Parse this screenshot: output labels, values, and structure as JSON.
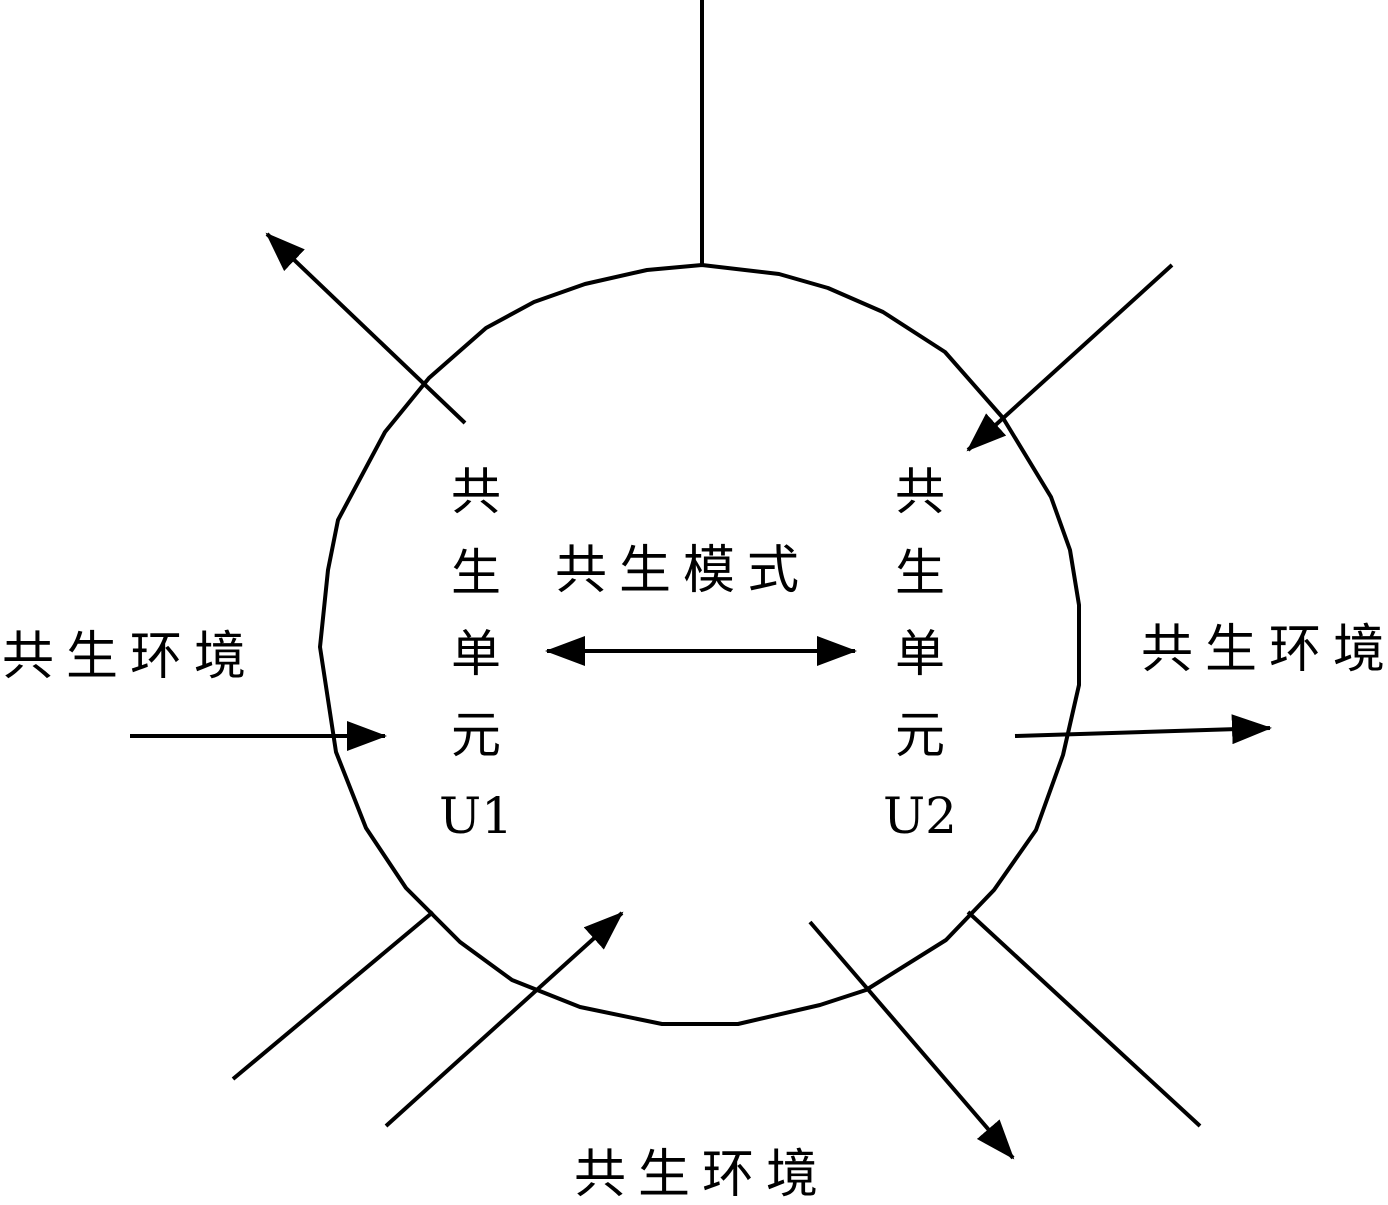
{
  "labels": {
    "mode": "共生模式",
    "env_left": "共生环境",
    "env_right": "共生环境",
    "env_bottom": "共生环境"
  },
  "unit_left": [
    "共",
    "生",
    "单",
    "元",
    "U1"
  ],
  "unit_right": [
    "共",
    "生",
    "单",
    "元",
    "U2"
  ],
  "colors": {
    "stroke": "#000000",
    "background": "#ffffff"
  }
}
